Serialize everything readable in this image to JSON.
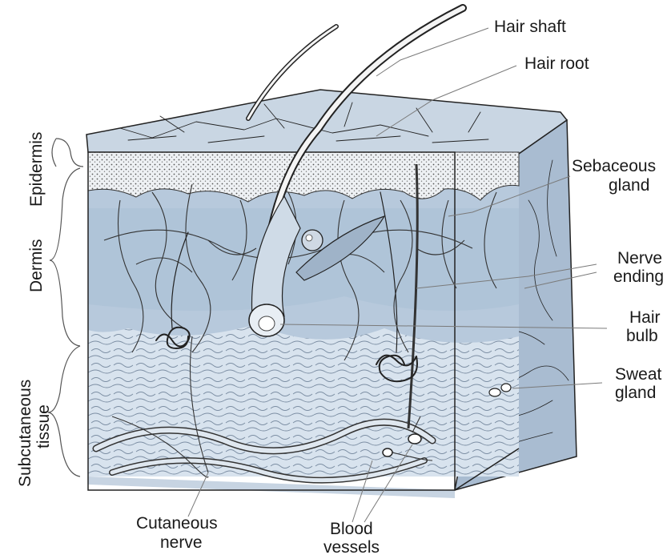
{
  "diagram": {
    "labels": {
      "hair_shaft": "Hair shaft",
      "hair_root": "Hair root",
      "sebaceous_gland": [
        "Sebaceous",
        "gland"
      ],
      "nerve_ending": [
        "Nerve",
        "ending"
      ],
      "hair_bulb": [
        "Hair",
        "bulb"
      ],
      "sweat_gland": [
        "Sweat",
        "gland"
      ],
      "blood_vessels": [
        "Blood",
        "vessels"
      ],
      "cutaneous_nerve": [
        "Cutaneous",
        "nerve"
      ],
      "epidermis": "Epidermis",
      "dermis": "Dermis",
      "subcutaneous_tissue": [
        "Subcutaneous",
        "tissue"
      ]
    },
    "colors": {
      "dermis_fill": "#b7c9dc",
      "dermis_dark": "#9fb6cf",
      "epidermis_fill": "#e9edf1",
      "subcutaneous_fill": "#d6e1ec",
      "top_surface": "#c9d6e3",
      "right_side": "#a9bcd1",
      "ink": "#222222"
    }
  }
}
